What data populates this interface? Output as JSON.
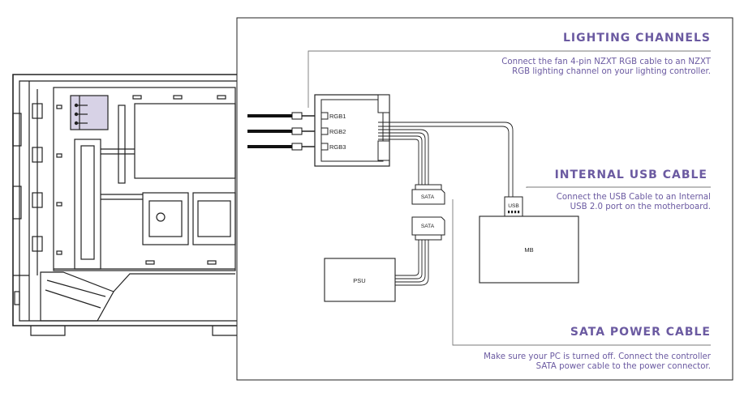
{
  "sections": {
    "lighting": {
      "title": "LIGHTING CHANNELS",
      "desc_line1": "Connect the fan 4-pin NZXT RGB cable to an NZXT",
      "desc_line2": "RGB lighting channel on your lighting controller."
    },
    "usb": {
      "title": "INTERNAL USB CABLE",
      "desc_line1": "Connect the USB Cable to an Internal",
      "desc_line2": "USB 2.0 port on the motherboard."
    },
    "sata": {
      "title": "SATA POWER CABLE",
      "desc_line1": "Make sure your PC is turned off. Connect the controller",
      "desc_line2": "SATA power cable to the power connector."
    }
  },
  "controller_ports": [
    "RGB1",
    "RGB2",
    "RGB3"
  ],
  "labels": {
    "sata_upper": "SATA",
    "sata_lower": "SATA",
    "usb": "USB",
    "mb": "MB",
    "psu": "PSU"
  },
  "colors": {
    "accent": "#6b5aa1",
    "line": "#222222"
  }
}
